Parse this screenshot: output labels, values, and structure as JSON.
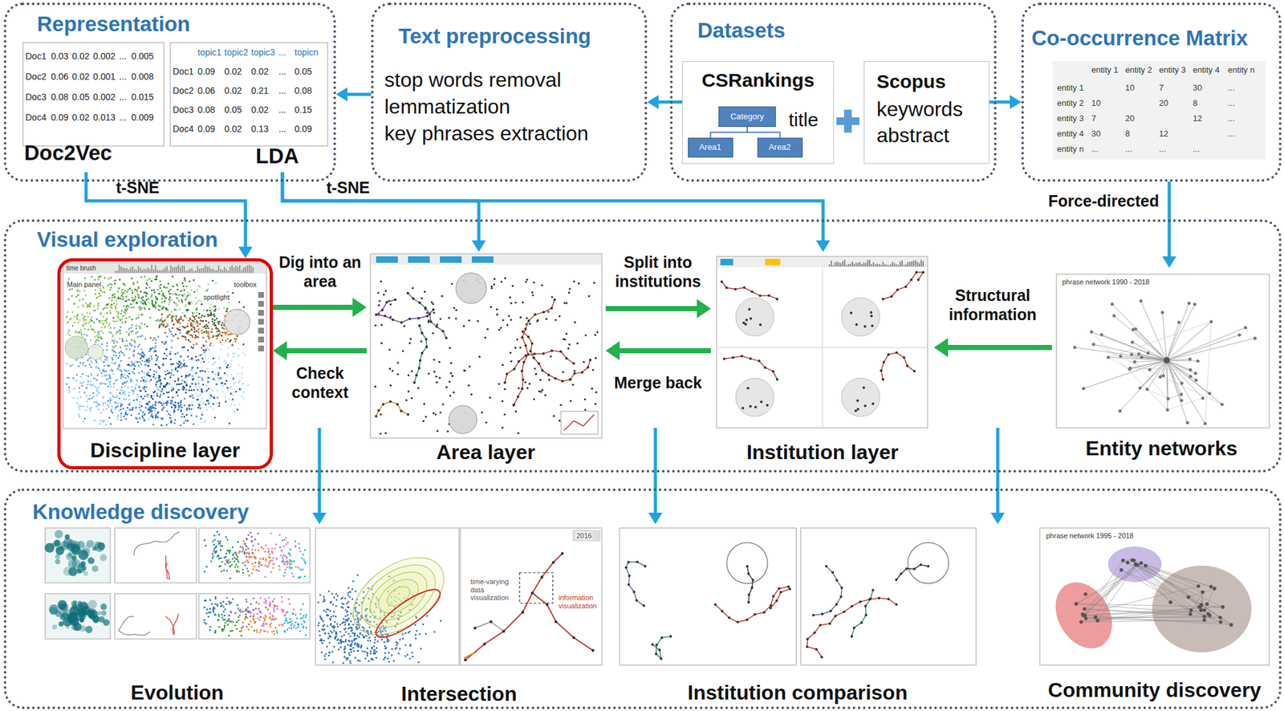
{
  "diagram": {
    "nodes": [
      {
        "text": [
          "Representation"
        ]
      },
      {
        "text": [
          "Doc2Vec"
        ],
        "in": 0
      },
      {
        "text": [
          "LDA"
        ],
        "in": 0
      },
      {
        "text": [
          "Text preprocessing",
          "stop words removal",
          "lemmatization",
          "key phrases extraction"
        ]
      },
      {
        "text": [
          "Datasets"
        ]
      },
      {
        "text": [
          "CSRankings",
          "title"
        ],
        "in": 4
      },
      {
        "text": [
          "Category"
        ],
        "in": 5
      },
      {
        "text": [
          "Area1"
        ],
        "in": 5
      },
      {
        "text": [
          "Area2"
        ],
        "in": 5
      },
      {
        "text": [
          "Scopus",
          "keywords",
          "abstract"
        ],
        "in": 4
      },
      {
        "text": [
          "Co-occurrence Matrix"
        ]
      },
      {
        "text": [
          "Visual exploration"
        ]
      },
      {
        "text": [
          "Discipline layer"
        ],
        "in": 11
      },
      {
        "text": [
          "Area layer"
        ],
        "in": 11
      },
      {
        "text": [
          "Institution layer"
        ],
        "in": 11
      },
      {
        "text": [
          "Entity networks"
        ],
        "in": 11
      },
      {
        "text": [
          "Knowledge discovery"
        ]
      },
      {
        "text": [
          "Evolution"
        ],
        "in": 16
      },
      {
        "text": [
          "Intersection"
        ],
        "in": 16
      },
      {
        "text": [
          "Institution comparison"
        ],
        "in": 16
      },
      {
        "text": [
          "Community discovery"
        ],
        "in": 16
      }
    ],
    "edges": [
      {
        "from": 5,
        "to": 3,
        "arrow": "to"
      },
      {
        "from": 3,
        "to": 0,
        "arrow": "to"
      },
      {
        "from": 9,
        "to": 10,
        "arrow": "to"
      },
      {
        "from": 1,
        "to": 12,
        "label": "t-SNE",
        "arrow": "to"
      },
      {
        "from": 2,
        "to": 13,
        "label": "t-SNE",
        "arrow": "to"
      },
      {
        "from": 2,
        "to": 14,
        "arrow": "to"
      },
      {
        "from": 10,
        "to": 15,
        "label": "Force-directed",
        "arrow": "to"
      },
      {
        "from": 12,
        "to": 13,
        "label": "Dig into an area",
        "arrow": "to"
      },
      {
        "from": 13,
        "to": 12,
        "label": "Check context",
        "arrow": "to"
      },
      {
        "from": 13,
        "to": 14,
        "label": "Split into institutions",
        "arrow": "to"
      },
      {
        "from": 14,
        "to": 13,
        "label": "Merge back",
        "arrow": "to"
      },
      {
        "from": 15,
        "to": 14,
        "label": "Structural information",
        "arrow": "to"
      },
      {
        "from": 11,
        "to": 18,
        "arrow": "to"
      },
      {
        "from": 11,
        "to": 19,
        "arrow": "to"
      },
      {
        "from": 11,
        "to": 20,
        "arrow": "to"
      },
      {
        "from": 6,
        "to": 7,
        "arrow": "none"
      },
      {
        "from": 6,
        "to": 8,
        "arrow": "none"
      }
    ],
    "labels": [
      "Doc1",
      "0.03",
      "0.02",
      "0.002",
      "...",
      "0.005",
      "Doc2",
      "0.06",
      "0.02",
      "0.001",
      "...",
      "0.008",
      "Doc3",
      "0.08",
      "0.05",
      "0.002",
      "...",
      "0.015",
      "Doc4",
      "0.09",
      "0.02",
      "0.013",
      "...",
      "0.009",
      "topic1",
      "topic2",
      "topic3",
      "...",
      "topicn",
      "Doc1",
      "0.09",
      "0.02",
      "0.02",
      "...",
      "0.05",
      "Doc2",
      "0.06",
      "0.02",
      "0.21",
      "...",
      "0.08",
      "Doc3",
      "0.08",
      "0.05",
      "0.02",
      "...",
      "0.15",
      "Doc4",
      "0.09",
      "0.02",
      "0.13",
      "...",
      "0.09",
      "entity 1",
      "entity 2",
      "entity 3",
      "entity 4",
      "entity n",
      "entity 1",
      "10",
      "7",
      "30",
      "...",
      "entity 2",
      "10",
      "20",
      "8",
      "...",
      "entity 3",
      "7",
      "20",
      "12",
      "...",
      "entity 4",
      "30",
      "8",
      "12",
      "...",
      "entity n",
      "...",
      "...",
      "...",
      "...",
      "time brush",
      "Main panel",
      "spotlight",
      "toolbox",
      "phrase network 1990 - 2018",
      "2016",
      "time-varying data visualization",
      "information visualization",
      "phrase network 1995 - 2018"
    ]
  }
}
